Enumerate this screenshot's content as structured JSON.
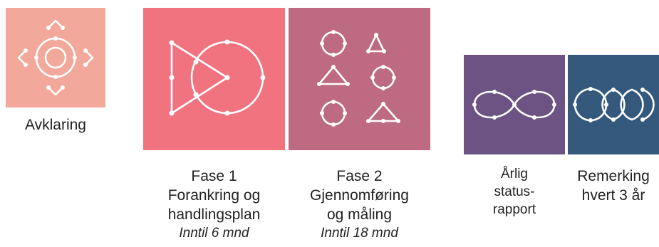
{
  "colors": {
    "avklaring": "#F2A89A",
    "fase1": "#F0737F",
    "fase2": "#BD6A82",
    "statusrapport": "#6C5383",
    "remerking": "#35597C",
    "icon_stroke": "#ffffff",
    "text": "#222222"
  },
  "steps": [
    {
      "id": "avklaring",
      "icon": "compass-arrows-icon",
      "lines": [
        "Avklaring"
      ],
      "italic": ""
    },
    {
      "id": "fase1",
      "icon": "triangle-circle-icon",
      "lines": [
        "Fase 1",
        "Forankring og",
        "handlingsplan"
      ],
      "italic": "Inntil 6 mnd"
    },
    {
      "id": "fase2",
      "icon": "circles-triangles-grid-icon",
      "lines": [
        "Fase 2",
        "Gjennomføring",
        "og måling"
      ],
      "italic": "Inntil 18 mnd"
    },
    {
      "id": "statusrapport",
      "icon": "infinity-icon",
      "lines": [
        "Årlig",
        "status-",
        "rapport"
      ],
      "italic": ""
    },
    {
      "id": "remerking",
      "icon": "repeating-circles-icon",
      "lines": [
        "Remerking",
        "hvert 3 år"
      ],
      "italic": ""
    }
  ]
}
